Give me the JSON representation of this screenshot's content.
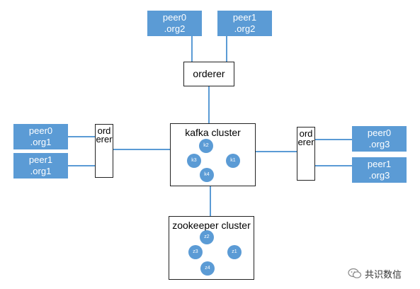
{
  "peers": {
    "org2_peer0": {
      "line1": "peer0",
      "line2": ".org2"
    },
    "org2_peer1": {
      "line1": "peer1",
      "line2": ".org2"
    },
    "org1_peer0": {
      "line1": "peer0",
      "line2": ".org1"
    },
    "org1_peer1": {
      "line1": "peer1",
      "line2": ".org1"
    },
    "org3_peer0": {
      "line1": "peer0",
      "line2": ".org3"
    },
    "org3_peer1": {
      "line1": "peer1",
      "line2": ".org3"
    }
  },
  "orderers": {
    "top": "orderer",
    "left": "orderer",
    "right": "orderer"
  },
  "kafka": {
    "title": "kafka cluster",
    "nodes": {
      "k1": "k1",
      "k2": "k2",
      "k3": "k3",
      "k4": "k4"
    }
  },
  "zookeeper": {
    "title": "zookeeper cluster",
    "nodes": {
      "z1": "z1",
      "z2": "z2",
      "z3": "z3",
      "z4": "z4"
    }
  },
  "watermark": {
    "text": "共识数信",
    "icon": "wechat-icon"
  },
  "colors": {
    "peer_fill": "#5b9bd5",
    "link": "#5b9bd5",
    "node_fill": "#5b9bd5"
  }
}
